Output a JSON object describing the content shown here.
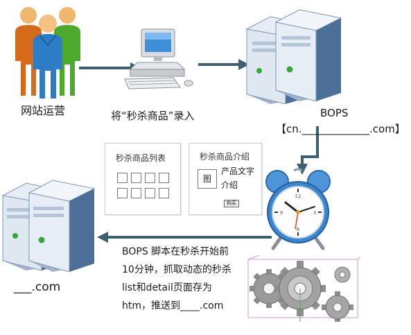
{
  "labels": {
    "ops": "网站运营",
    "entry": "将“秒杀商品”录入",
    "bops": "BOPS",
    "domain_top": "【cn._____________.com】",
    "domain_bottom": "___.com"
  },
  "card_list": {
    "title": "秒杀商品列表"
  },
  "card_detail": {
    "title": "秒杀商品介绍",
    "image_placeholder": "图",
    "text_line1": "产品文字",
    "text_line2": "介绍",
    "buy_button": "购买"
  },
  "description": {
    "line1": "BOPS 脚本在秒杀开始前",
    "line2": "10分钟，抓取动态的秒杀",
    "line3": "list和detail页面存为",
    "line4": "htm，推送到____.com"
  },
  "colors": {
    "arrow": "#3d5f73",
    "server_light": "#e6edf5",
    "server_mid": "#9fb4cc",
    "server_dark": "#4c6f98",
    "clock_blue": "#4d95d8",
    "gear_grey": "#9a9a9a"
  },
  "icons": [
    "people-icon",
    "computer-icon",
    "server-icon",
    "alarm-clock-icon",
    "gears-icon"
  ]
}
